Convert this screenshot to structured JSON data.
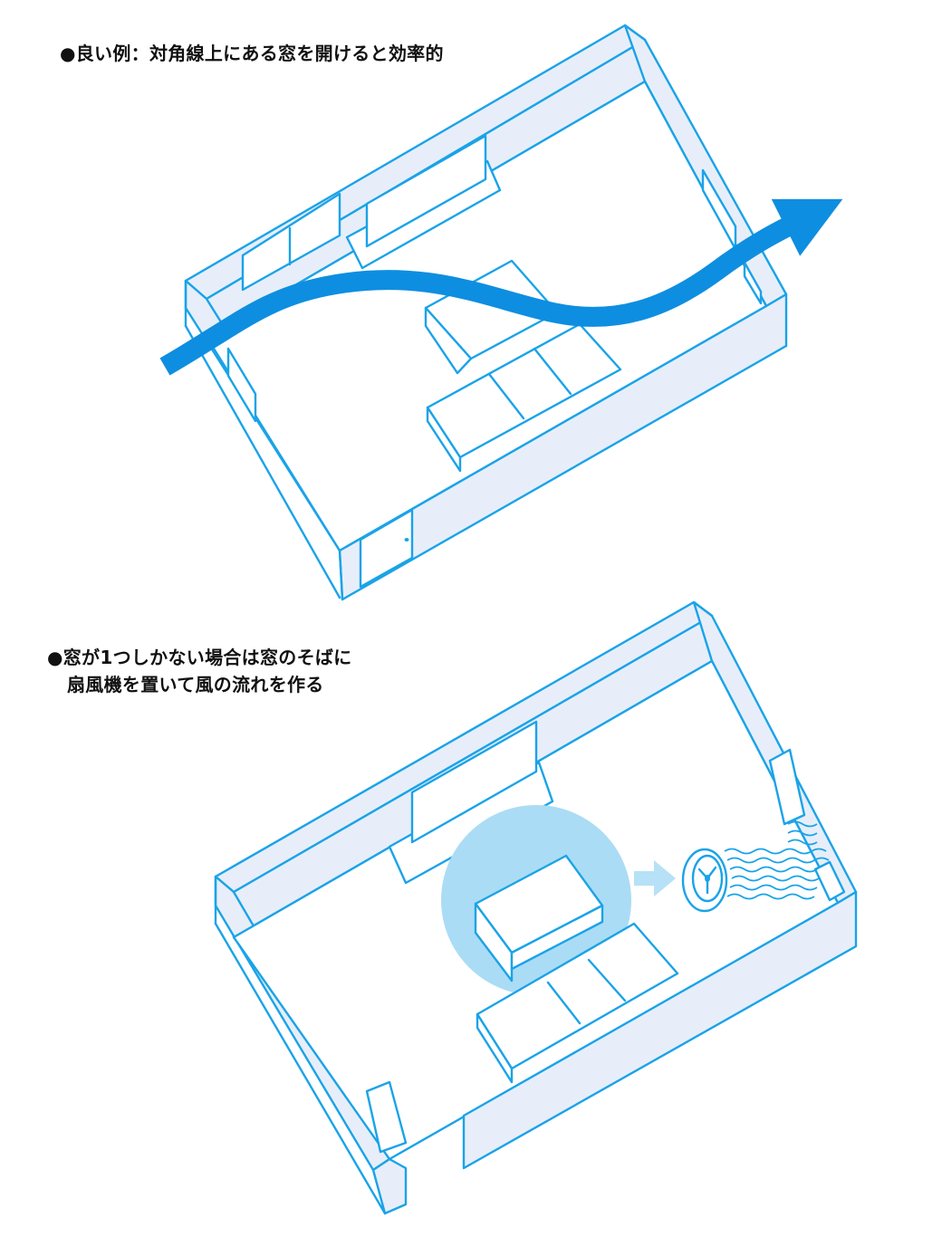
{
  "captions": {
    "good_example": "●良い例：対角線上にある窓を開けると効率的",
    "one_window_line1": "●窓が1つしかない場合は窓のそばに",
    "one_window_line2": "扇風機を置いて風の流れを作る"
  },
  "colors": {
    "outline": "#1aa3e8",
    "wall_fill": "#e7eef9",
    "airflow_arrow": "#0e8ee0",
    "fan_glow": "#abdcf5",
    "small_arrow": "#b6e1f7"
  },
  "icons": {
    "airflow": "wave-arrow-icon",
    "fan": "fan-icon",
    "direction": "arrow-right-icon"
  }
}
